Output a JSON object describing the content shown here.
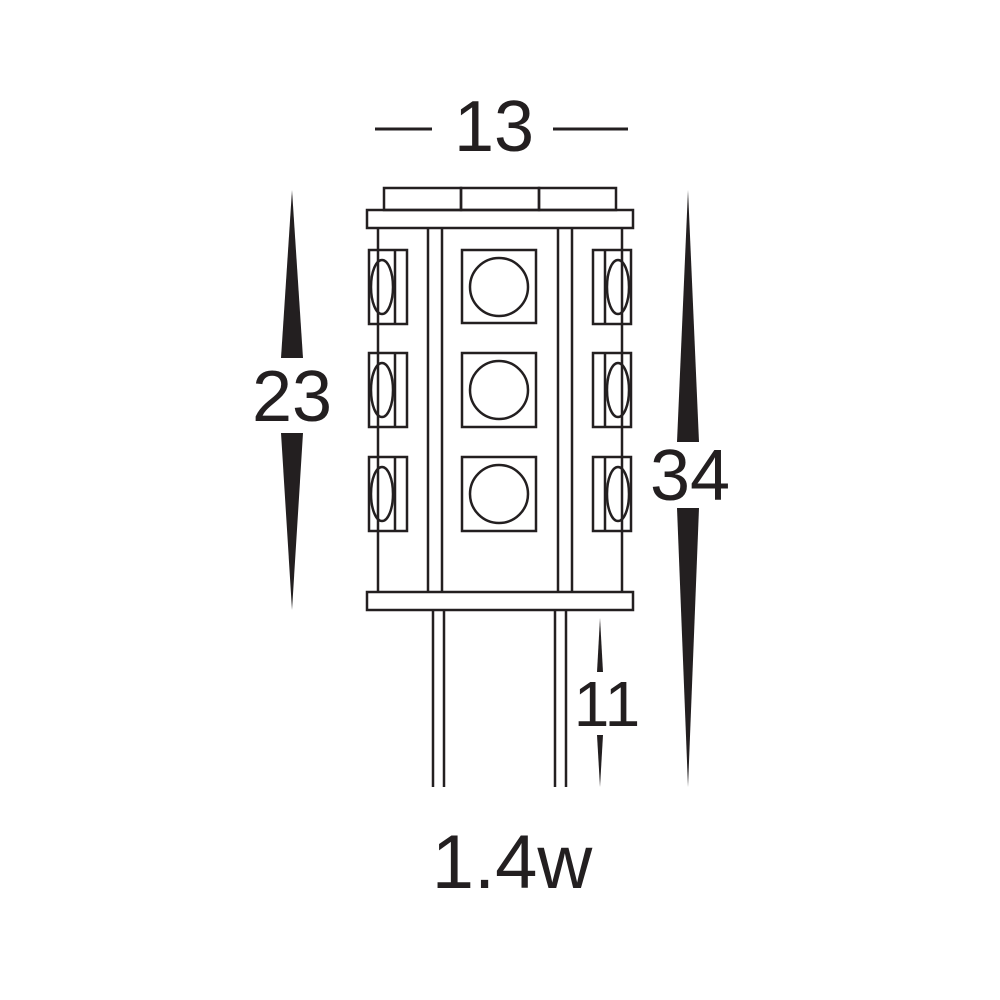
{
  "dimensions": {
    "width": "13",
    "body_height": "23",
    "total_height": "34",
    "pin_length": "11"
  },
  "wattage": "1.4w",
  "colors": {
    "line": "#231f20",
    "background": "#ffffff"
  }
}
